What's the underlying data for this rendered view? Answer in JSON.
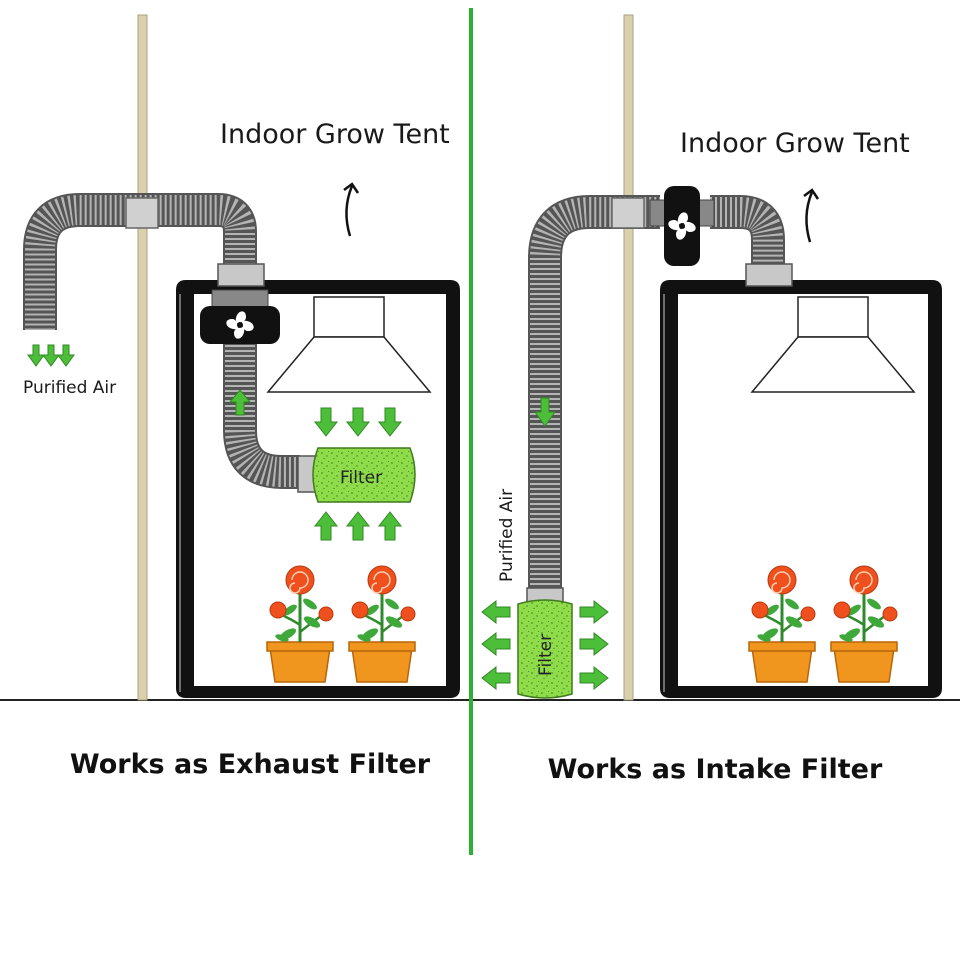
{
  "colors": {
    "divider": "#2bb232",
    "arrow": "#4cbe3a",
    "filter": "#8fdc4a",
    "pole": "#d9d0ae",
    "duct": "#9b9b9b",
    "tent": "#111111",
    "pot": "#f0961e",
    "flower": "#f0501e",
    "leaf": "#3ea83a"
  },
  "left": {
    "title": "Indoor Grow Tent",
    "outlet_label": "Purified Air",
    "filter_label": "Filter",
    "caption": "Works as Exhaust Filter",
    "fan_icon": "fan-icon"
  },
  "right": {
    "title": "Indoor Grow Tent",
    "outlet_label": "Purified Air",
    "filter_label": "Filter",
    "caption": "Works as Intake Filter",
    "fan_icon": "fan-icon"
  }
}
